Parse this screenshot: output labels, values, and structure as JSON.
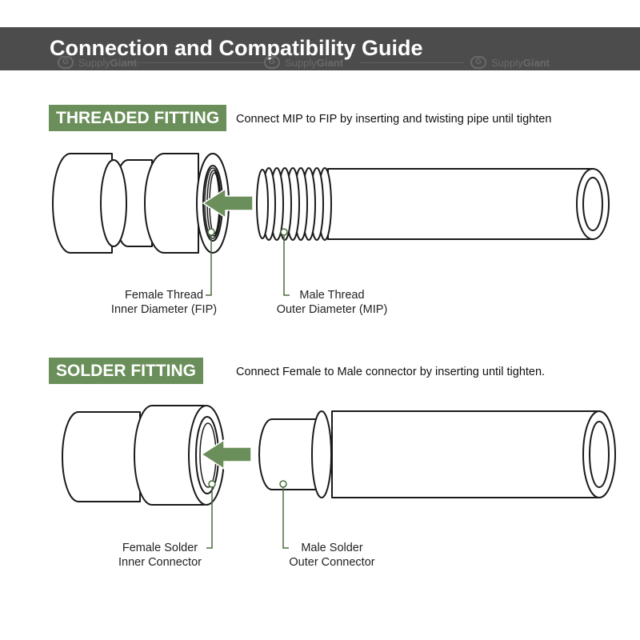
{
  "header": {
    "title": "Connection and Compatibility Guide",
    "watermark_prefix": "Supply",
    "watermark_brand": "Giant",
    "watermark_logo": "G"
  },
  "threaded": {
    "badge": "THREADED FITTING",
    "description": "Connect MIP to FIP by inserting and twisting pipe until tighten",
    "female_label_1": "Female Thread",
    "female_label_2": "Inner Diameter (FIP)",
    "male_label_1": "Male Thread",
    "male_label_2": "Outer Diameter (MIP)"
  },
  "solder": {
    "badge": "SOLDER FITTING",
    "description": "Connect Female to Male connector by inserting until tighten.",
    "female_label_1": "Female Solder",
    "female_label_2": "Inner Connector",
    "male_label_1": "Male Solder",
    "male_label_2": "Outer Connector"
  },
  "colors": {
    "header_bg": "#4c4c4c",
    "accent_green": "#6b8f5b",
    "stroke": "#1a1a1a"
  },
  "icons": [
    "left-arrow-icon",
    "supplygiant-logo-icon"
  ]
}
